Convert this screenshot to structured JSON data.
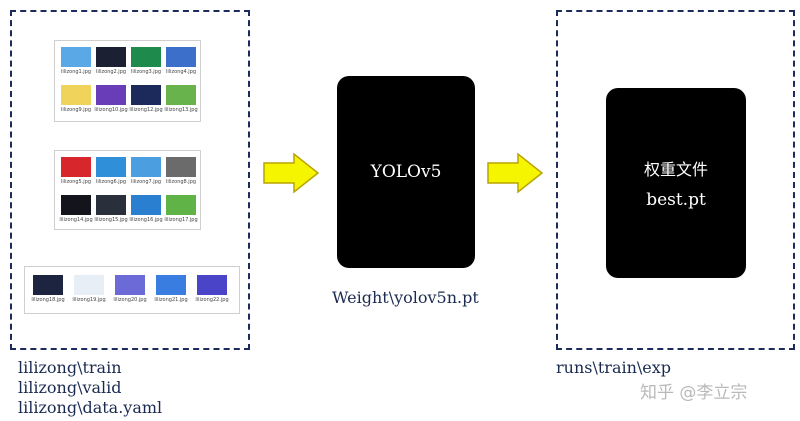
{
  "diagram": {
    "datasets": {
      "panel1": [
        {
          "name": "lilizong1.jpg",
          "color": "#5aa9e6"
        },
        {
          "name": "lilizong2.jpg",
          "color": "#1b2033"
        },
        {
          "name": "lilizong3.jpg",
          "color": "#1e8a4c"
        },
        {
          "name": "lilizong4.jpg",
          "color": "#3c6fc9"
        },
        {
          "name": "lilizong9.jpg",
          "color": "#f0d35a"
        },
        {
          "name": "lilizong10.jpg",
          "color": "#6a3db8"
        },
        {
          "name": "lilizong12.jpg",
          "color": "#1b2a5a"
        },
        {
          "name": "lilizong13.jpg",
          "color": "#69b34c"
        }
      ],
      "panel2": [
        {
          "name": "lilizong5.jpg",
          "color": "#d8262d"
        },
        {
          "name": "lilizong6.jpg",
          "color": "#2f8fd8"
        },
        {
          "name": "lilizong7.jpg",
          "color": "#4b9fe0"
        },
        {
          "name": "lilizong8.jpg",
          "color": "#6b6b6b"
        },
        {
          "name": "lilizong14.jpg",
          "color": "#14141c"
        },
        {
          "name": "lilizong15.jpg",
          "color": "#2a2f3c"
        },
        {
          "name": "lilizong16.jpg",
          "color": "#2a7fd0"
        },
        {
          "name": "lilizong17.jpg",
          "color": "#5fb347"
        }
      ],
      "panel3": [
        {
          "name": "lilizong18.jpg",
          "color": "#1c2440"
        },
        {
          "name": "lilizong19.jpg",
          "color": "#e8eef6"
        },
        {
          "name": "lilizong20.jpg",
          "color": "#6b6ad6"
        },
        {
          "name": "lilizong21.jpg",
          "color": "#3a7de0"
        },
        {
          "name": "lilizong22.jpg",
          "color": "#4a45c8"
        }
      ]
    },
    "model_label": "YOLOv5",
    "weight_caption": "Weight\\yolov5n.pt",
    "output_label_line1": "权重文件",
    "output_label_line2": "best.pt",
    "input_captions": [
      "lilizong\\train",
      "lilizong\\valid",
      "lilizong\\data.yaml"
    ],
    "output_caption": "runs\\train\\exp",
    "watermark": "知乎 @李立宗",
    "colors": {
      "dash": "#1d2a5c",
      "arrow_fill": "#f5f500",
      "arrow_stroke": "#b8a400",
      "box": "#000000"
    }
  }
}
